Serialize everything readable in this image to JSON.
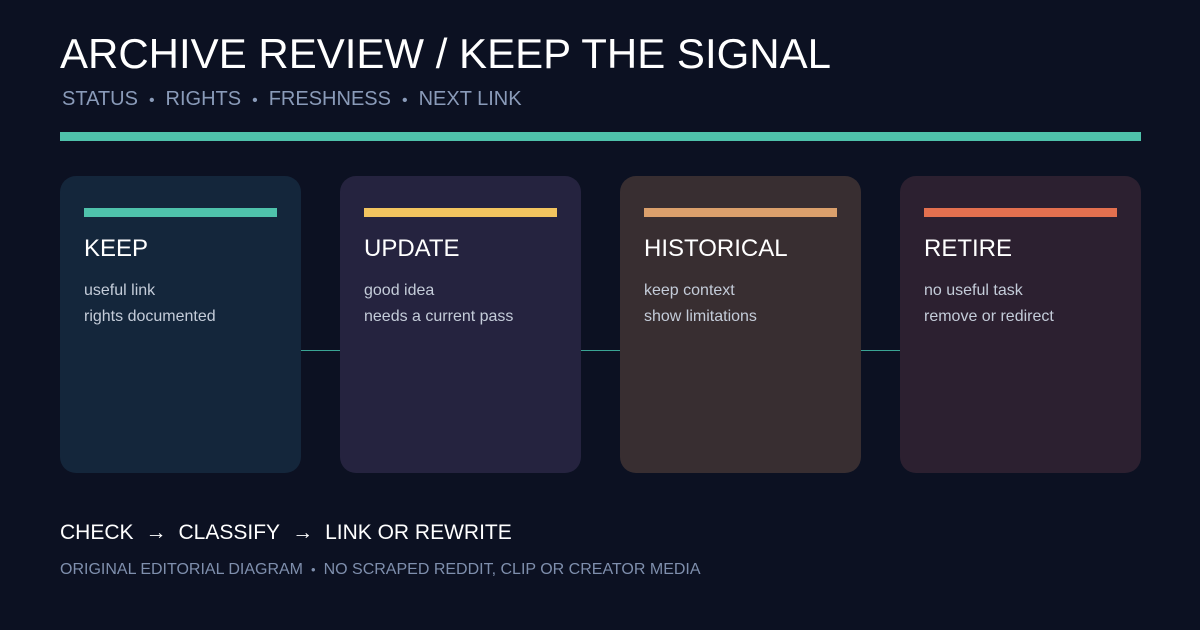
{
  "header": {
    "title": "ARCHIVE REVIEW / KEEP THE SIGNAL",
    "subtitle": [
      "STATUS",
      "RIGHTS",
      "FRESHNESS",
      "NEXT LINK"
    ],
    "separator": "•"
  },
  "colors": {
    "background": "#0c1122",
    "accent": "#4fc2ab",
    "keep": "#4fc2ab",
    "update": "#f2c45f",
    "historical": "#dba06c",
    "retire": "#e3704f"
  },
  "cards": [
    {
      "label": "KEEP",
      "lines": [
        "useful link",
        "rights documented"
      ]
    },
    {
      "label": "UPDATE",
      "lines": [
        "good idea",
        "needs a current pass"
      ]
    },
    {
      "label": "HISTORICAL",
      "lines": [
        "keep context",
        "show limitations"
      ]
    },
    {
      "label": "RETIRE",
      "lines": [
        "no useful task",
        "remove or redirect"
      ]
    }
  ],
  "flow": {
    "steps": [
      "CHECK",
      "CLASSIFY",
      "LINK OR REWRITE"
    ],
    "arrow": "→"
  },
  "footer": {
    "parts": [
      "ORIGINAL EDITORIAL DIAGRAM",
      "NO SCRAPED REDDIT, CLIP OR CREATOR MEDIA"
    ],
    "separator": "•"
  }
}
